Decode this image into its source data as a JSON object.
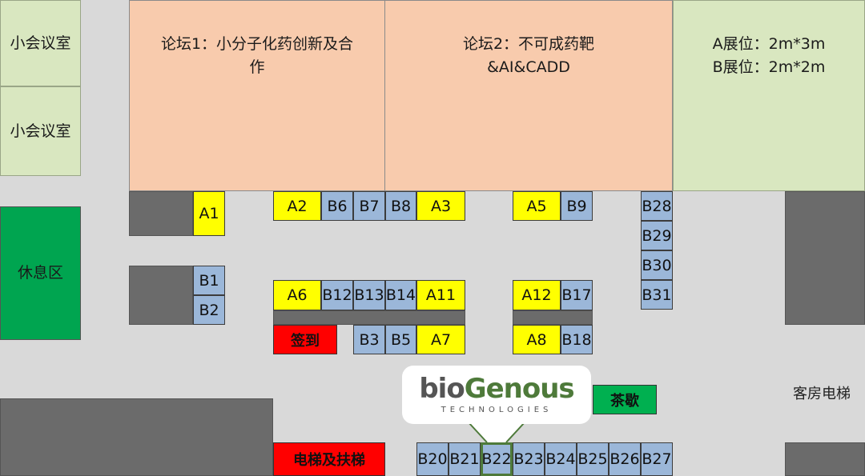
{
  "rooms": {
    "meeting_room_top": "小会议室",
    "meeting_room_bottom": "小会议室",
    "forum1_line1": "论坛1：小分子化药创新及合",
    "forum1_line2": "作",
    "forum2_line1": "论坛2：不可成药靶",
    "forum2_line2": "&AI&CADD",
    "booth_size_a": "A展位：2m*3m",
    "booth_size_b": "B展位：2m*2m",
    "rest_area": "休息区",
    "checkin": "签到",
    "tea_break": "茶歇",
    "elevator_escalator": "电梯及扶梯",
    "guest_elevator": "客房电梯"
  },
  "sponsor": {
    "logo_text": "bioGenous",
    "logo_subtext": "TECHNOLOGIES",
    "highlighted_booth": "B22"
  },
  "booths": {
    "A1": "A1",
    "A2": "A2",
    "A3": "A3",
    "A5": "A5",
    "A6": "A6",
    "A7": "A7",
    "A8": "A8",
    "A11": "A11",
    "A12": "A12",
    "B1": "B1",
    "B2": "B2",
    "B3": "B3",
    "B5": "B5",
    "B6": "B6",
    "B7": "B7",
    "B8": "B8",
    "B9": "B9",
    "B12": "B12",
    "B13": "B13",
    "B14": "B14",
    "B17": "B17",
    "B18": "B18",
    "B20": "B20",
    "B21": "B21",
    "B22": "B22",
    "B23": "B23",
    "B24": "B24",
    "B25": "B25",
    "B26": "B26",
    "B27": "B27",
    "B28": "B28",
    "B29": "B29",
    "B30": "B30",
    "B31": "B31"
  },
  "colors": {
    "a_booth": "#ffff00",
    "b_booth": "#9bb7d9",
    "forum": "#f8cbad",
    "meeting": "#d9e7c0",
    "rest": "#00a550",
    "highlight": "#4e7a3a"
  }
}
